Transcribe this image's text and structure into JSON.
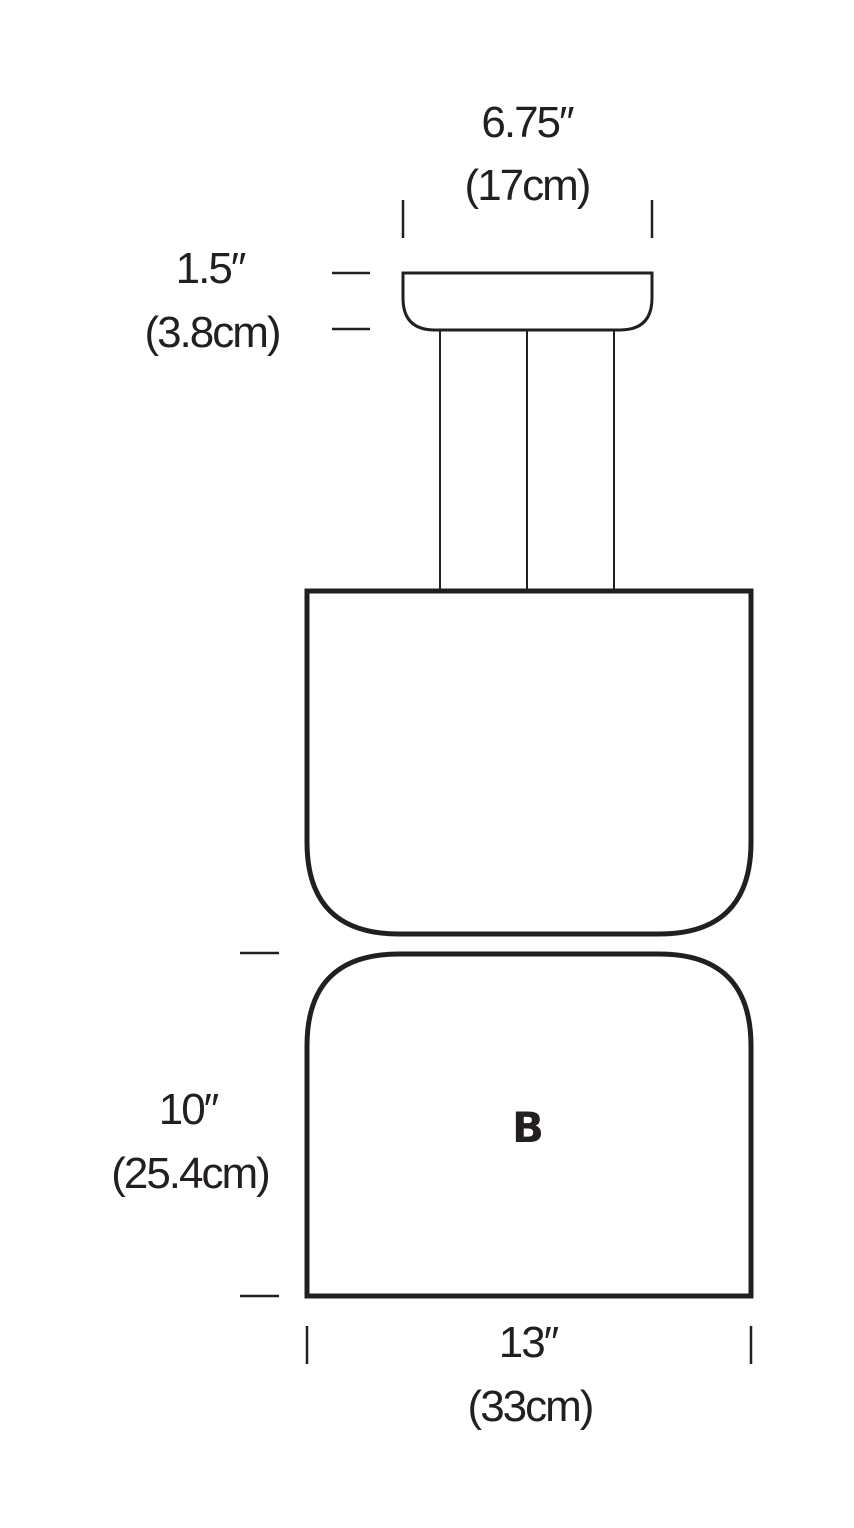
{
  "dimensions": {
    "top_width": {
      "imperial": "6.75″",
      "metric": "(17cm)"
    },
    "cap_height": {
      "imperial": "1.5″",
      "metric": "(3.8cm)"
    },
    "base_height": {
      "imperial": "10″",
      "metric": "(25.4cm)"
    },
    "base_width": {
      "imperial": "13″",
      "metric": "(33cm)"
    }
  },
  "part_label": "B"
}
